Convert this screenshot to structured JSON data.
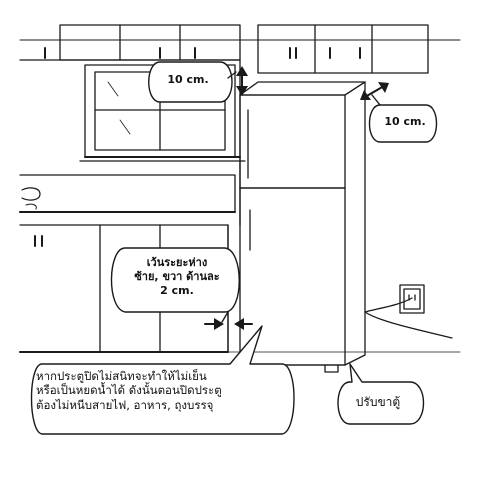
{
  "callouts": {
    "top_gap": "10 cm.",
    "back_gap": "10 cm.",
    "side_gap_lines": [
      "เว้นระยะห่าง",
      "ซ้าย, ขวา ด้านละ",
      "2 cm."
    ],
    "door_note_lines": [
      "หากประตูปิดไม่สนิทจะทำให้ไม่เย็น",
      "หรือเป็นหยดน้ำได้ ดังนั้นตอนปิดประตู",
      "ต้องไม่หนีบสายไฟ, อาหาร, ถุงบรรจุ"
    ],
    "leg_adjust": "ปรับขาตู้"
  },
  "colors": {
    "line": "#1a1a1a",
    "background": "#ffffff"
  }
}
